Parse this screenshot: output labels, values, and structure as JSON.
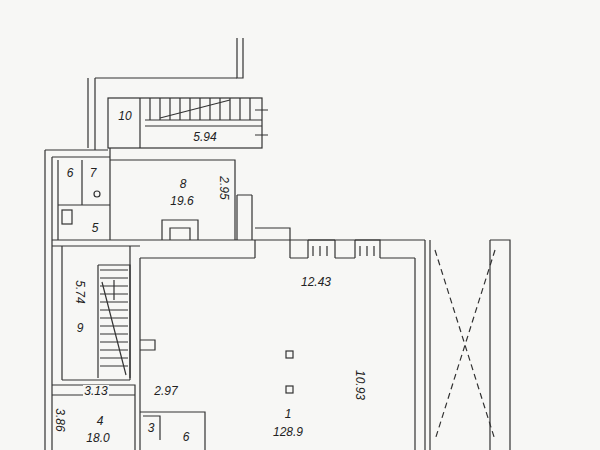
{
  "diagram": {
    "labels": [
      "10",
      "5.94",
      "6",
      "7",
      "8",
      "19.6",
      "2.95",
      "5",
      "12.43",
      "9",
      "5.74",
      "1",
      "128.9",
      "10.93",
      "3.13",
      "2.97",
      "4",
      "18.0",
      "3.86",
      "3",
      "6"
    ]
  }
}
